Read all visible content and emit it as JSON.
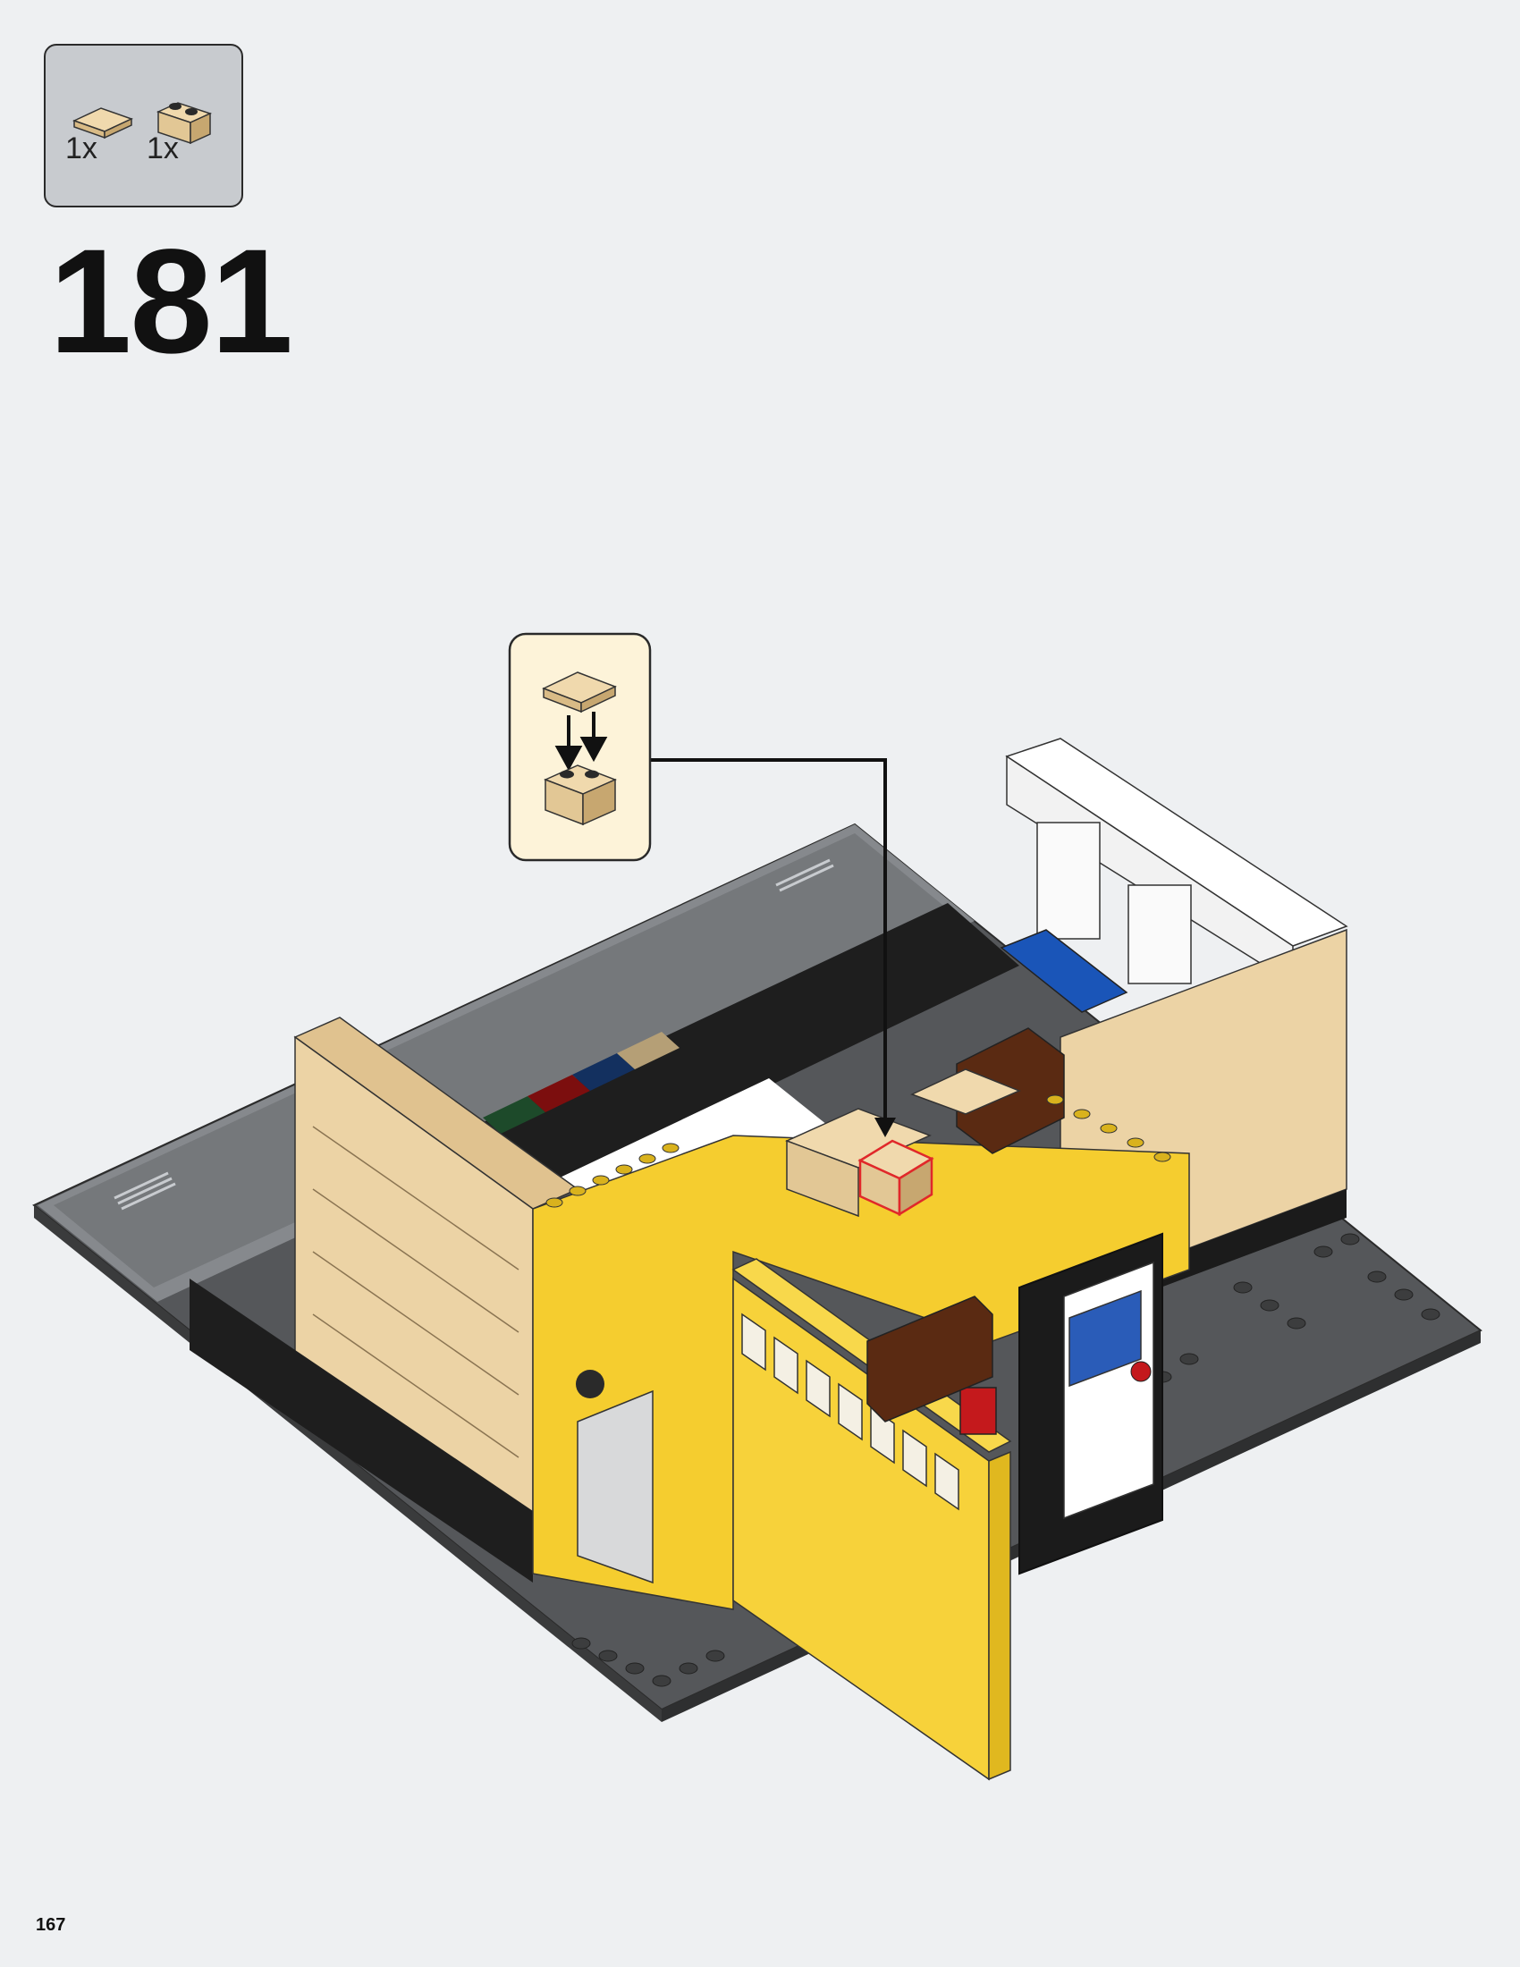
{
  "parts_list": {
    "items": [
      {
        "name": "tile-1x2-tan-icon",
        "quantity": "1x"
      },
      {
        "name": "brick-1x2-tan-icon",
        "quantity": "1x"
      }
    ]
  },
  "step": {
    "number": "181"
  },
  "page": {
    "number": "167"
  },
  "colors": {
    "page_background": "#eef0f2",
    "parts_callout_background": "#c8cbcf",
    "submodel_callout_background": "#fdf3d9",
    "tan": "#ecd3a5",
    "yellow": "#f5cd2f",
    "dark_gray_plate": "#5a5b5b",
    "white": "#ffffff",
    "black": "#1b1b1b",
    "dark_brown": "#5a2a12",
    "blue": "#1a55b8",
    "red": "#c4191c",
    "dark_green": "#1d4a2a",
    "dark_blue": "#13305f",
    "dark_red": "#7c0e0e",
    "dark_tan": "#b59f76",
    "highlight_red": "#e0282a"
  }
}
